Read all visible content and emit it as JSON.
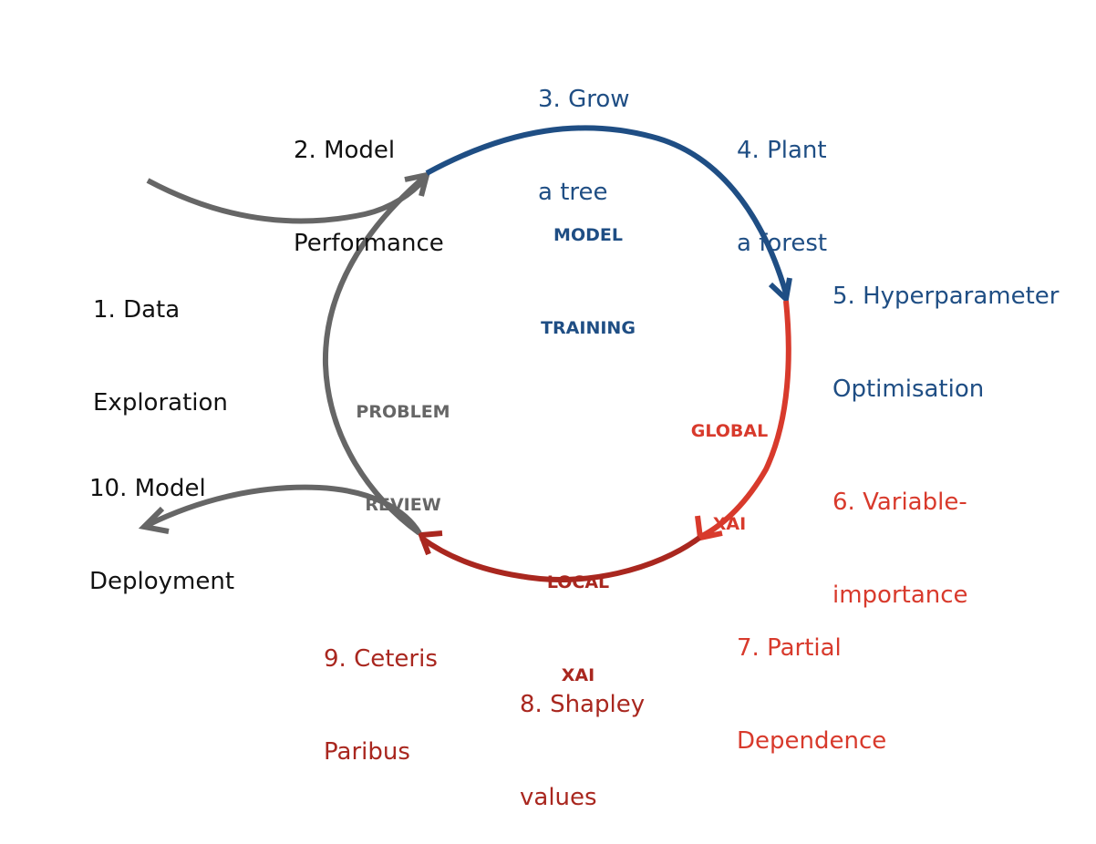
{
  "colors": {
    "gray": "#666666",
    "blue": "#1f4e84",
    "red": "#d83a2c",
    "darkred": "#a9271f",
    "black": "#111111"
  },
  "phases": {
    "model_training": {
      "line1": "MODEL",
      "line2": "TRAINING"
    },
    "global_xai": {
      "line1": "GLOBAL",
      "line2": "XAI"
    },
    "local_xai": {
      "line1": "LOCAL",
      "line2": "XAI"
    },
    "problem_review": {
      "line1": "PROBLEM",
      "line2": "REVIEW"
    }
  },
  "steps": {
    "s1": {
      "line1": "1. Data",
      "line2": "Exploration"
    },
    "s2": {
      "line1": "2. Model",
      "line2": "Performance"
    },
    "s3": {
      "line1": "3. Grow",
      "line2": "a tree"
    },
    "s4": {
      "line1": "4. Plant",
      "line2": "a forest"
    },
    "s5": {
      "line1": "5. Hyperparameter",
      "line2": "Optimisation"
    },
    "s6": {
      "line1": "6. Variable-",
      "line2": "importance"
    },
    "s7": {
      "line1": "7. Partial",
      "line2": "Dependence"
    },
    "s8": {
      "line1": "8. Shapley",
      "line2": "values"
    },
    "s9": {
      "line1": "9. Ceteris",
      "line2": "Paribus"
    },
    "s10": {
      "line1": "10. Model",
      "line2": "Deployment"
    }
  }
}
